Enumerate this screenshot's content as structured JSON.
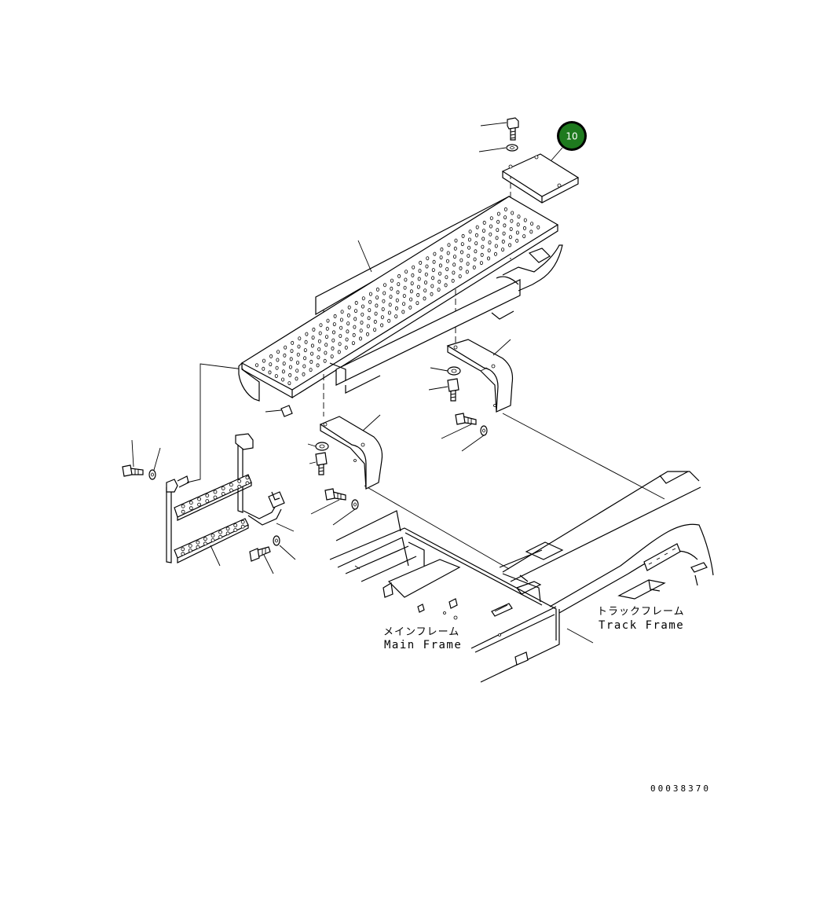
{
  "labels": {
    "main_frame_jp": "メインフレーム",
    "main_frame_en": "Main Frame",
    "track_frame_jp": "トラックフレーム",
    "track_frame_en": "Track Frame"
  },
  "drawing_number": "00038370",
  "callouts": [
    {
      "number": "10",
      "color": "#1e7a1e"
    }
  ]
}
